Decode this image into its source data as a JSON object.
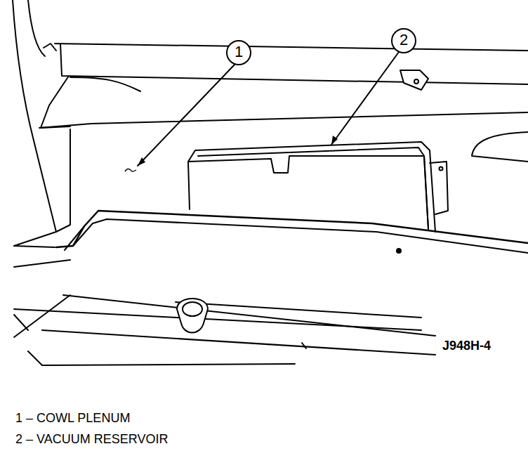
{
  "diagram": {
    "labels": [
      "1",
      "2",
      "J948H-4",
      "1 – COWL PLENUM",
      "2 – VACUUM RESERVOIR"
    ]
  }
}
